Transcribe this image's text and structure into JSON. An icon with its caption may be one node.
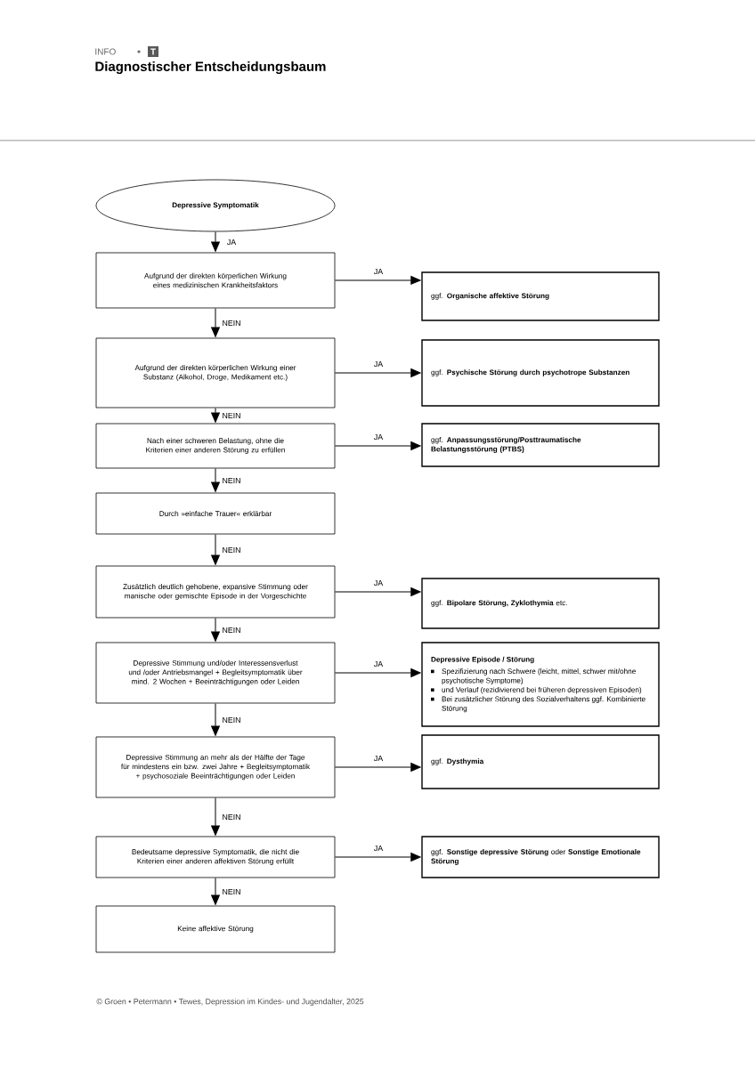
{
  "diagram": {
    "title": "Diagnostischer Entscheidungsbaum",
    "nodes": [
      {
        "text": [
          "Depressive Symptomatik"
        ]
      },
      {
        "text": [
          "Aufgrund der direkten körperlichen Wirkung eines medizinischen Krankheitsfaktors"
        ]
      },
      {
        "text": [
          "ggf. **Organische affektive Störung**"
        ]
      },
      {
        "text": [
          "Aufgrund der direkten körperlichen Wirkung einer Substanz (Alkohol, Droge, Medikament etc.)"
        ]
      },
      {
        "text": [
          "ggf. **Psychische Störung durch psychotrope Substanzen**"
        ]
      },
      {
        "text": [
          "Nach einer schweren Belastung, ohne die Kriterien einer anderen Störung zu erfüllen"
        ]
      },
      {
        "text": [
          "ggf. **Anpassungsstörung/Posttraumatische Belastungsstörung (PTBS)**"
        ]
      },
      {
        "text": [
          "Durch »einfache Trauer« erklärbar"
        ]
      },
      {
        "text": [
          "Zusätzlich deutlich gehobene, expansive Stimmung oder manische oder gemischte Episode in der Vorgeschichte"
        ]
      },
      {
        "text": [
          "ggf. **Bipolare Störung, Zyklothymia** etc."
        ]
      },
      {
        "text": [
          "Depressive Stimmung und/oder Interessensverlust und /oder Antriebsmangel + Begleitsymptomatik über mind. 2 Wochen + Beeinträchtigungen oder Leiden"
        ]
      },
      {
        "text": [
          "Depressive Episode / Störung",
          "Spezifizierung nach Schwere (leicht, mittel, schwer mit/ohne psychotische Symptome)",
          "und Verlauf (rezidivierend bei früheren depressiven Episoden)",
          "Bei zusätzlicher Störung des Sozialverhaltens ggf. Kombinierte Störung"
        ]
      },
      {
        "text": [
          "Depressive Stimmung an mehr als der Hälfte der Tage für mindestens ein bzw. zwei Jahre + Begleitsymptomatik + psychosoziale Beeinträchtigungen oder Leiden"
        ]
      },
      {
        "text": [
          "ggf. **Dysthymia**"
        ]
      },
      {
        "text": [
          "Bedeutsame depressive Symptomatik, die nicht die Kriterien einer anderen affektiven Störung erfüllt"
        ]
      },
      {
        "text": [
          "ggf. **Sonstige depressive Störung** oder **Sonstige Emotionale Störung**"
        ]
      },
      {
        "text": [
          "Keine affektive Störung"
        ]
      }
    ],
    "edges": [
      {
        "from": 0,
        "to": 1,
        "arrow": "to",
        "label": "JA"
      },
      {
        "from": 1,
        "to": 2,
        "arrow": "to",
        "label": "JA"
      },
      {
        "from": 1,
        "to": 3,
        "arrow": "to",
        "label": "NEIN"
      },
      {
        "from": 3,
        "to": 4,
        "arrow": "to",
        "label": "JA"
      },
      {
        "from": 3,
        "to": 5,
        "arrow": "to",
        "label": "NEIN"
      },
      {
        "from": 5,
        "to": 6,
        "arrow": "to",
        "label": "JA"
      },
      {
        "from": 5,
        "to": 7,
        "arrow": "to",
        "label": "NEIN"
      },
      {
        "from": 7,
        "to": 8,
        "arrow": "to",
        "label": "NEIN"
      },
      {
        "from": 8,
        "to": 9,
        "arrow": "to",
        "label": "JA"
      },
      {
        "from": 8,
        "to": 10,
        "arrow": "to",
        "label": "NEIN"
      },
      {
        "from": 10,
        "to": 11,
        "arrow": "to",
        "label": "JA"
      },
      {
        "from": 10,
        "to": 12,
        "arrow": "to",
        "label": "NEIN"
      },
      {
        "from": 12,
        "to": 13,
        "arrow": "to",
        "label": "JA"
      },
      {
        "from": 12,
        "to": 14,
        "arrow": "to",
        "label": "NEIN"
      },
      {
        "from": 14,
        "to": 15,
        "arrow": "to",
        "label": "JA"
      },
      {
        "from": 14,
        "to": 16,
        "arrow": "to",
        "label": "NEIN"
      }
    ],
    "labels": [
      "INFO",
      "T",
      "© Groen • Petermann • Tewes, Depression im Kindes- und Jugendalter, 2025"
    ]
  }
}
